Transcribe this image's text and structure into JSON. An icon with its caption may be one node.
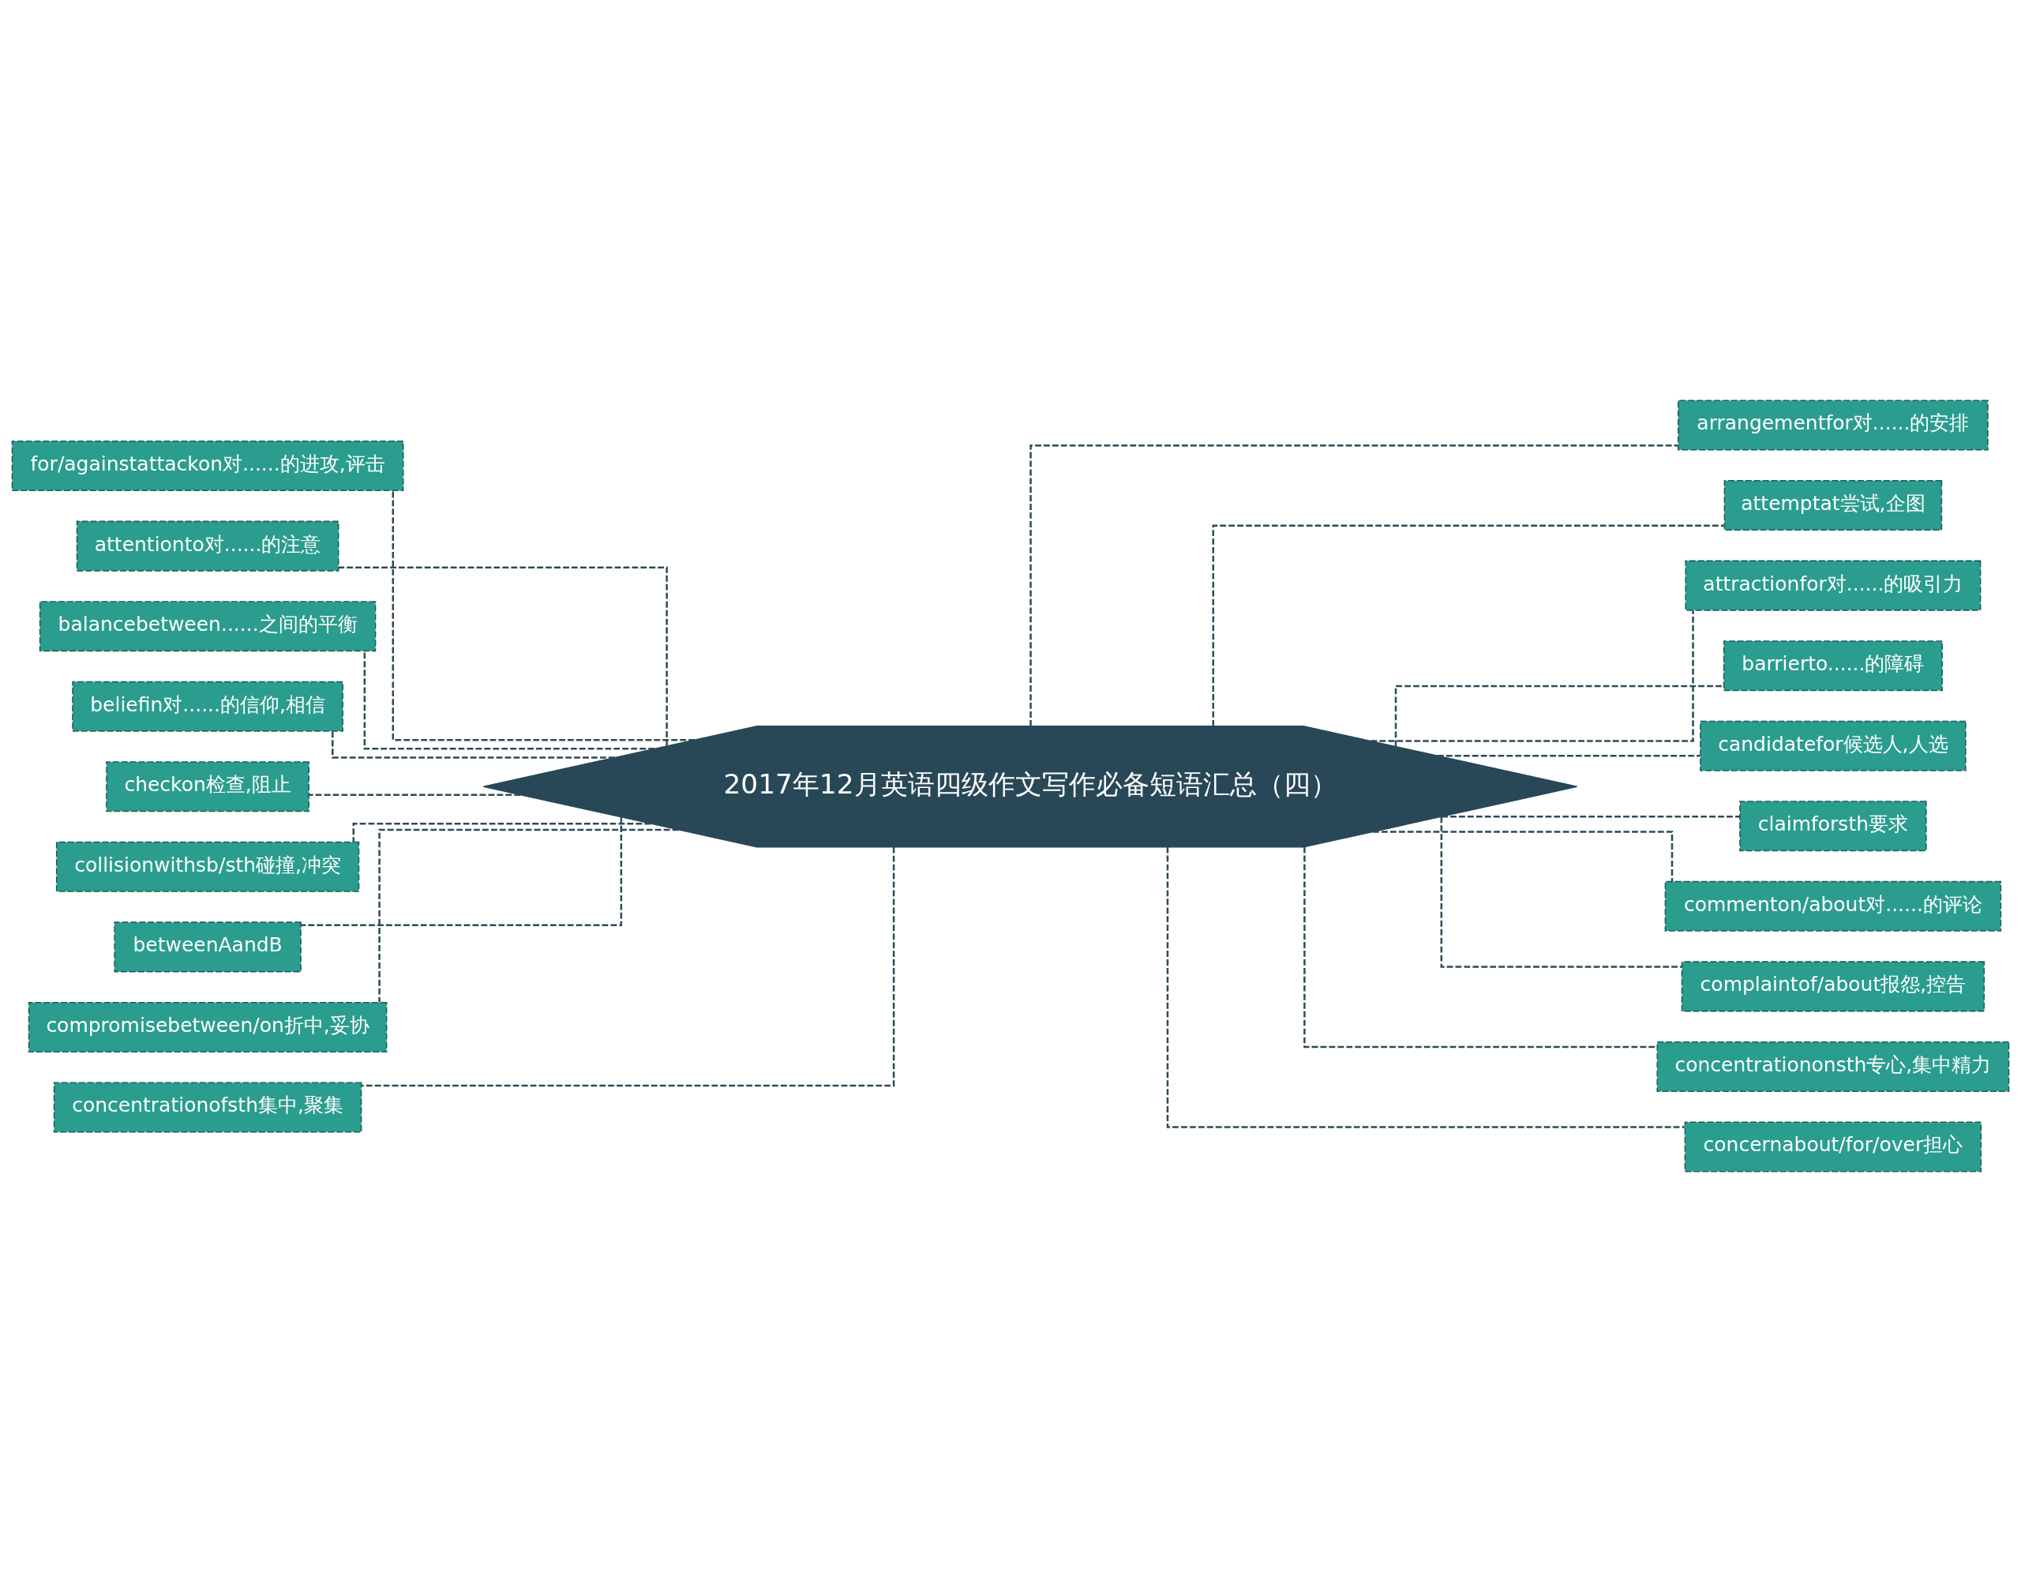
{
  "diagram": {
    "nodes": [
      {
        "text": [
          "2017年12月英语四级作文写作必备短语汇总（四）"
        ]
      },
      {
        "text": [
          "for/againstattackon对......的进攻,评击"
        ]
      },
      {
        "text": [
          "attentionto对......的注意"
        ]
      },
      {
        "text": [
          "balancebetween......之间的平衡"
        ]
      },
      {
        "text": [
          "beliefin对......的信仰,相信"
        ]
      },
      {
        "text": [
          "checkon检查,阻止"
        ]
      },
      {
        "text": [
          "collisionwithsb/sth碰撞,冲突"
        ]
      },
      {
        "text": [
          "betweenAandB"
        ]
      },
      {
        "text": [
          "compromisebetween/on折中,妥协"
        ]
      },
      {
        "text": [
          "concentrationofsth集中,聚集"
        ]
      },
      {
        "text": [
          "arrangementfor对......的安排"
        ]
      },
      {
        "text": [
          "attemptat尝试,企图"
        ]
      },
      {
        "text": [
          "attractionfor对......的吸引力"
        ]
      },
      {
        "text": [
          "barrierto......的障碍"
        ]
      },
      {
        "text": [
          "candidatefor候选人,人选"
        ]
      },
      {
        "text": [
          "claimforsth要求"
        ]
      },
      {
        "text": [
          "commenton/about对......的评论"
        ]
      },
      {
        "text": [
          "complaintof/about报怨,控告"
        ]
      },
      {
        "text": [
          "concentrationonsth专心,集中精力"
        ]
      },
      {
        "text": [
          "concernabout/for/over担心"
        ]
      }
    ],
    "edges": [
      {
        "from": 0,
        "to": 1,
        "arrow": "none",
        "style": "dashed"
      },
      {
        "from": 0,
        "to": 2,
        "arrow": "none",
        "style": "dashed"
      },
      {
        "from": 0,
        "to": 3,
        "arrow": "none",
        "style": "dashed"
      },
      {
        "from": 0,
        "to": 4,
        "arrow": "none",
        "style": "dashed"
      },
      {
        "from": 0,
        "to": 5,
        "arrow": "none",
        "style": "dashed"
      },
      {
        "from": 0,
        "to": 6,
        "arrow": "none",
        "style": "dashed"
      },
      {
        "from": 0,
        "to": 7,
        "arrow": "none",
        "style": "dashed"
      },
      {
        "from": 0,
        "to": 8,
        "arrow": "none",
        "style": "dashed"
      },
      {
        "from": 0,
        "to": 9,
        "arrow": "none",
        "style": "dashed"
      },
      {
        "from": 0,
        "to": 10,
        "arrow": "none",
        "style": "dashed"
      },
      {
        "from": 0,
        "to": 11,
        "arrow": "none",
        "style": "dashed"
      },
      {
        "from": 0,
        "to": 12,
        "arrow": "none",
        "style": "dashed"
      },
      {
        "from": 0,
        "to": 13,
        "arrow": "none",
        "style": "dashed"
      },
      {
        "from": 0,
        "to": 14,
        "arrow": "none",
        "style": "dashed"
      },
      {
        "from": 0,
        "to": 15,
        "arrow": "none",
        "style": "dashed"
      },
      {
        "from": 0,
        "to": 16,
        "arrow": "none",
        "style": "dashed"
      },
      {
        "from": 0,
        "to": 17,
        "arrow": "none",
        "style": "dashed"
      },
      {
        "from": 0,
        "to": 18,
        "arrow": "none",
        "style": "dashed"
      },
      {
        "from": 0,
        "to": 19,
        "arrow": "none",
        "style": "dashed"
      }
    ]
  }
}
